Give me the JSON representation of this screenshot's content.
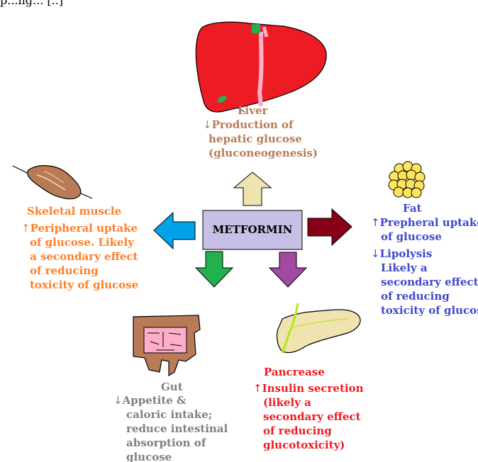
{
  "top_fragment": "p...ng... [..]",
  "center_box": {
    "label": "METFORMIN",
    "fill": "#c8bfe7"
  },
  "liver": {
    "title": "Liver",
    "direction": "↓",
    "lines": [
      "Production of",
      "hepatic glucose",
      "(gluconeogenesis)"
    ],
    "color": "#b97a57",
    "organ_color": "#ed1c24"
  },
  "muscle": {
    "title": "Skeletal muscle",
    "direction": "↑",
    "lines": [
      "Peripheral uptake",
      "of glucose. Likely",
      "a secondary effect",
      "of reducing",
      "toxicity of glucose"
    ],
    "color": "#ff7f27"
  },
  "fat": {
    "title": "Fat",
    "up_direction": "↑",
    "up_lines": [
      "Prepheral uptake",
      "of glucose"
    ],
    "down_direction": "↓",
    "down_lines": [
      "Lipolysis",
      "Likely a",
      "secondary effect",
      "of reducing",
      "toxicity of glucose"
    ],
    "color": "#3f48cc",
    "organ_color": "#ffe45c"
  },
  "gut": {
    "title": "Gut",
    "direction": "↓",
    "lines": [
      "Appetite &",
      "caloric intake;",
      "reduce intestinal",
      "absorption of",
      "glucose"
    ],
    "color": "#7f7f7f"
  },
  "pancreas": {
    "title": "Pancrease",
    "direction": "↑",
    "lines": [
      "Insulin secretion",
      "(likely a",
      "secondary effect",
      "of reducing",
      "glucotoxicity)"
    ],
    "color": "#ed1c24"
  },
  "arrows": {
    "up": "#efe4b0",
    "left": "#00a2e8",
    "right": "#880015",
    "down_left": "#22b14c",
    "down_right": "#a349a4"
  }
}
